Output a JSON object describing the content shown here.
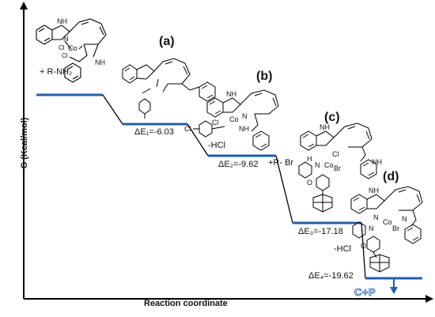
{
  "axes": {
    "y_label": "G (Kcal/mol)",
    "x_label": "Reaction coordinate"
  },
  "stages": [
    {
      "label": "(a)",
      "energy_label": "ΔE₁=-6.03",
      "reagent": "-HCl"
    },
    {
      "label": "(b)",
      "energy_label": "ΔE₂=-9.62",
      "reagent": "+R- Br"
    },
    {
      "label": "(c)",
      "energy_label": "ΔE₃=-17.18",
      "reagent": "-HCl"
    },
    {
      "label": "(d)",
      "energy_label": "ΔE₄=-19.62",
      "reagent": ""
    }
  ],
  "start_reagent": "+ R-NH₂",
  "product_label": "C+P",
  "level_color": "#1f5fb0",
  "arrow_color": "#1f5fb0",
  "atom_labels": {
    "nh": "NH",
    "n": "N",
    "h": "H",
    "co": "Co",
    "cl": "Cl",
    "br": "Br",
    "o": "O"
  }
}
